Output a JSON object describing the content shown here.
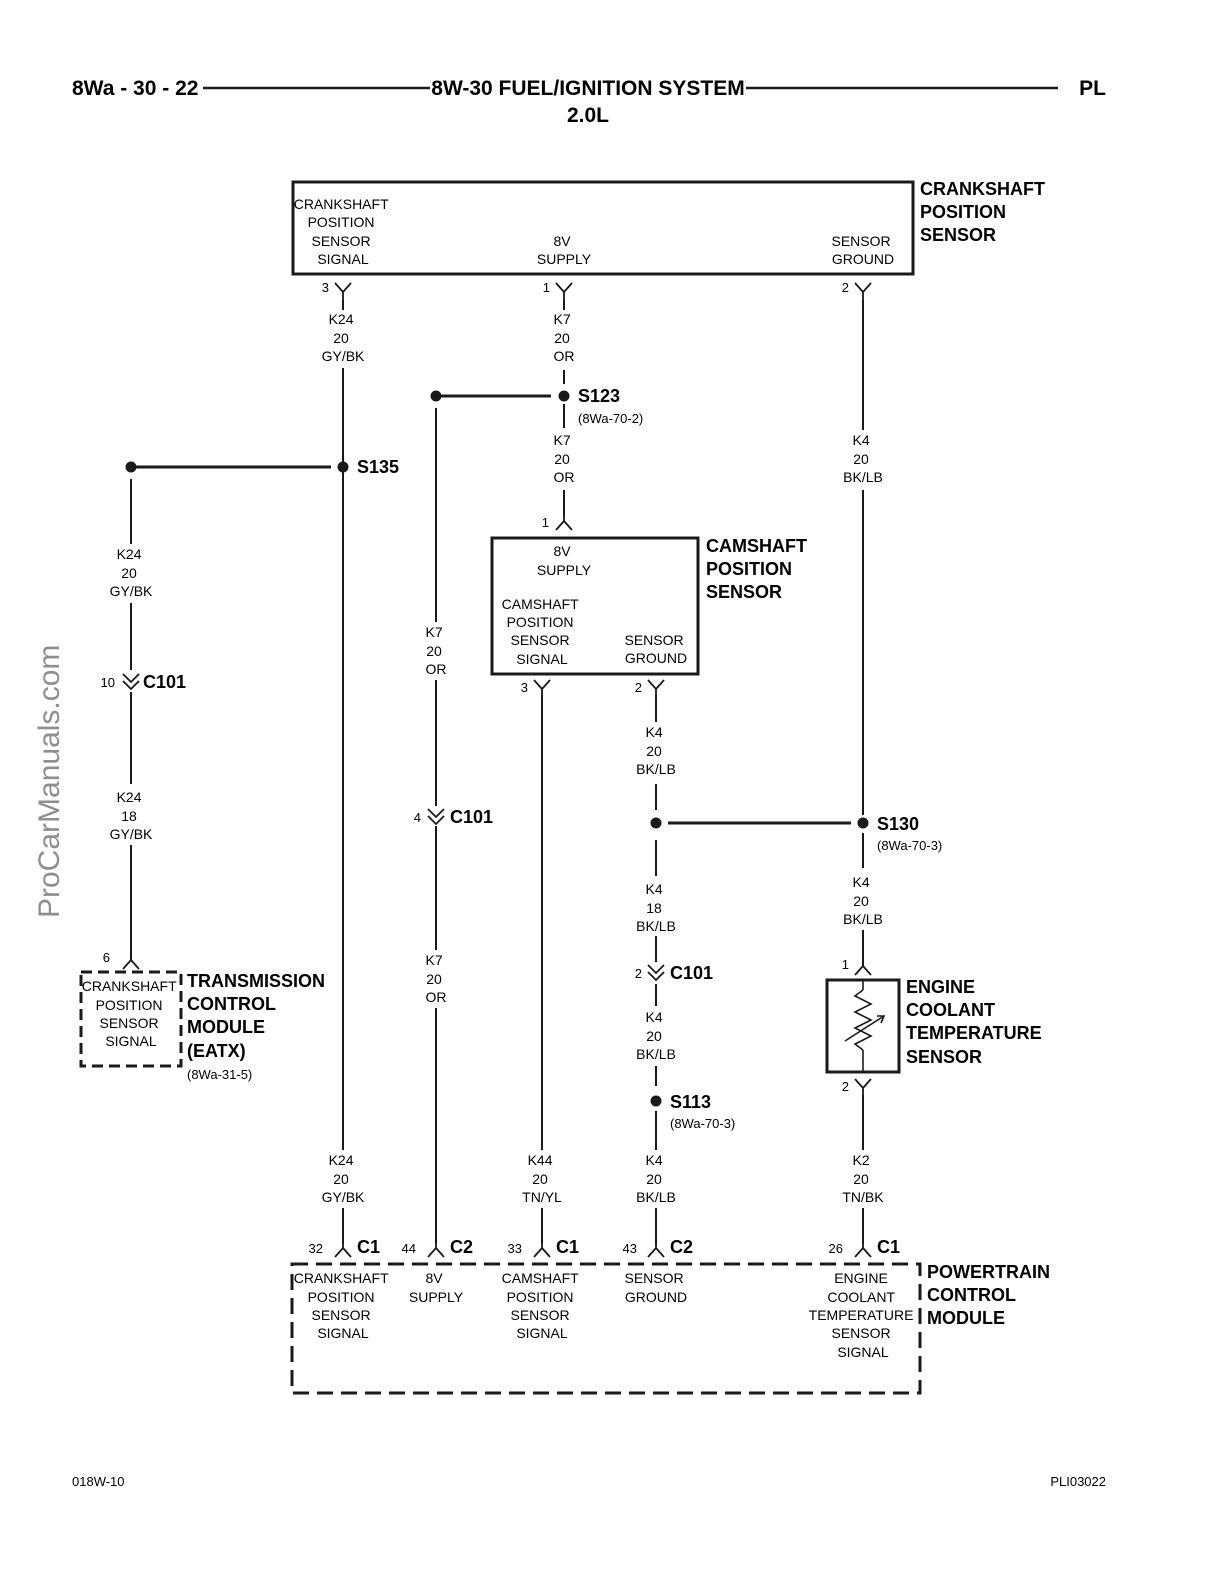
{
  "header": {
    "page_number": "8Wa - 30 - 22",
    "title": "8W-30 FUEL/IGNITION SYSTEM",
    "subtitle": "2.0L",
    "model": "PL"
  },
  "components": {
    "ckp": {
      "name": [
        "CRANKSHAFT",
        "POSITION",
        "SENSOR"
      ],
      "pins": {
        "signal": {
          "lines": [
            "CRANKSHAFT",
            "POSITION",
            "SENSOR",
            "SIGNAL"
          ],
          "num": "3"
        },
        "supply": {
          "lines": [
            "8V",
            "SUPPLY"
          ],
          "num": "1"
        },
        "ground": {
          "lines": [
            "SENSOR",
            "GROUND"
          ],
          "num": "2"
        }
      }
    },
    "cmp": {
      "name": [
        "CAMSHAFT",
        "POSITION",
        "SENSOR"
      ],
      "pins": {
        "supply": {
          "lines": [
            "8V",
            "SUPPLY"
          ],
          "num": "1"
        },
        "signal": {
          "lines": [
            "CAMSHAFT",
            "POSITION",
            "SENSOR",
            "SIGNAL"
          ],
          "num": "3"
        },
        "ground": {
          "lines": [
            "SENSOR",
            "GROUND"
          ],
          "num": "2"
        }
      }
    },
    "tcm": {
      "name": [
        "TRANSMISSION",
        "CONTROL",
        "MODULE",
        "(EATX)"
      ],
      "ref": "(8Wa-31-5)",
      "pin_lines": [
        "CRANKSHAFT",
        "POSITION",
        "SENSOR",
        "SIGNAL"
      ],
      "pin_num": "6"
    },
    "ect": {
      "name": [
        "ENGINE",
        "COOLANT",
        "TEMPERATURE",
        "SENSOR"
      ],
      "pin1": "1",
      "pin2": "2"
    },
    "pcm": {
      "name": [
        "POWERTRAIN",
        "CONTROL",
        "MODULE"
      ],
      "pins": [
        {
          "num": "32",
          "conn": "C1",
          "lines": [
            "CRANKSHAFT",
            "POSITION",
            "SENSOR",
            "SIGNAL"
          ]
        },
        {
          "num": "44",
          "conn": "C2",
          "lines": [
            "8V",
            "SUPPLY"
          ]
        },
        {
          "num": "33",
          "conn": "C1",
          "lines": [
            "CAMSHAFT",
            "POSITION",
            "SENSOR",
            "SIGNAL"
          ]
        },
        {
          "num": "43",
          "conn": "C2",
          "lines": [
            "SENSOR",
            "GROUND"
          ]
        },
        {
          "num": "26",
          "conn": "C1",
          "lines": [
            "ENGINE",
            "COOLANT",
            "TEMPERATURE",
            "SENSOR",
            "SIGNAL"
          ]
        }
      ]
    }
  },
  "wires": {
    "k24_top": [
      "K24",
      "20",
      "GY/BK"
    ],
    "k7_top": [
      "K7",
      "20",
      "OR"
    ],
    "k7_mid": [
      "K7",
      "20",
      "OR"
    ],
    "k4_right_top": [
      "K4",
      "20",
      "BK/LB"
    ],
    "k24_left": [
      "K24",
      "20",
      "GY/BK"
    ],
    "k7_left": [
      "K7",
      "20",
      "OR"
    ],
    "k24_left_low": [
      "K24",
      "18",
      "GY/BK"
    ],
    "k7_left_low": [
      "K7",
      "20",
      "OR"
    ],
    "k4_cmp": [
      "K4",
      "20",
      "BK/LB"
    ],
    "k4_18": [
      "K4",
      "18",
      "BK/LB"
    ],
    "k4_right_mid": [
      "K4",
      "20",
      "BK/LB"
    ],
    "k4_after_c101": [
      "K4",
      "20",
      "BK/LB"
    ],
    "k24_pcm": [
      "K24",
      "20",
      "GY/BK"
    ],
    "k44_pcm": [
      "K44",
      "20",
      "TN/YL"
    ],
    "k4_pcm": [
      "K4",
      "20",
      "BK/LB"
    ],
    "k2_pcm": [
      "K2",
      "20",
      "TN/BK"
    ]
  },
  "splices": {
    "s123": {
      "name": "S123",
      "ref": "(8Wa-70-2)"
    },
    "s135": {
      "name": "S135"
    },
    "s130": {
      "name": "S130",
      "ref": "(8Wa-70-3)"
    },
    "s113": {
      "name": "S113",
      "ref": "(8Wa-70-3)"
    }
  },
  "connectors": {
    "c101_a": {
      "name": "C101",
      "pin": "10"
    },
    "c101_b": {
      "name": "C101",
      "pin": "4"
    },
    "c101_c": {
      "name": "C101",
      "pin": "2"
    }
  },
  "footer": {
    "left": "018W-10",
    "right": "PLI03022"
  },
  "watermark": "ProCarManuals.com"
}
